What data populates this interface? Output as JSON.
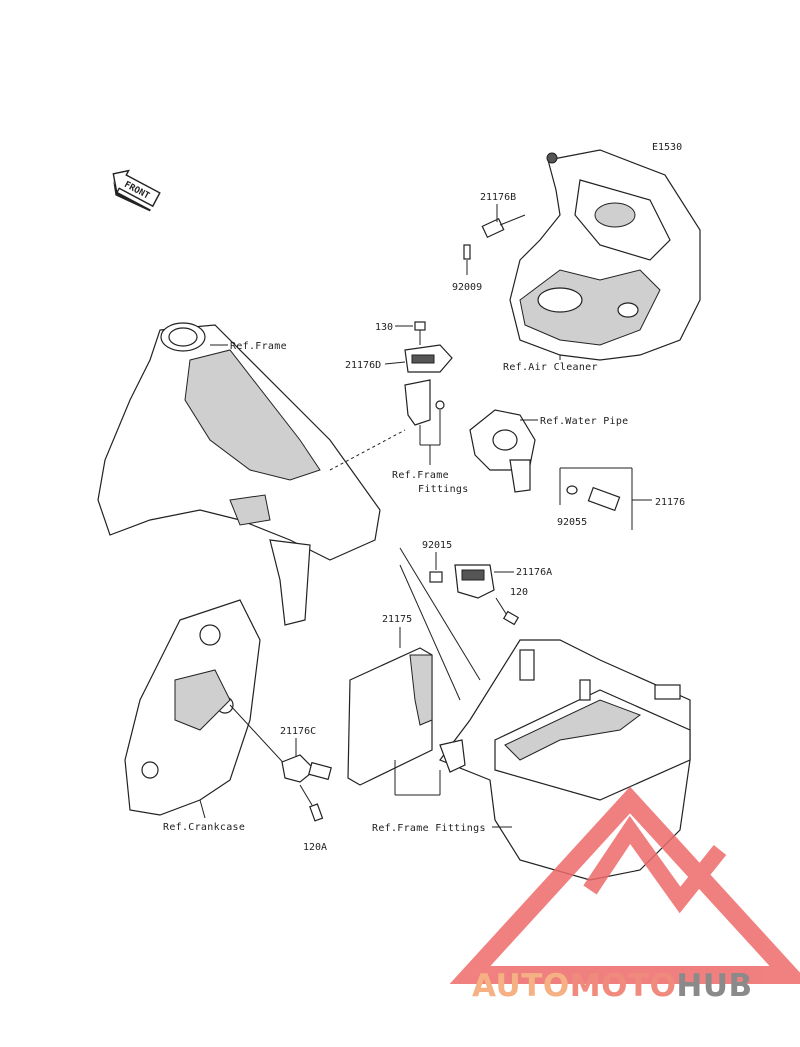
{
  "diagram_code": "E1530",
  "front_label": "FRONT",
  "parts": {
    "p21176B": "21176B",
    "p92009": "92009",
    "p130": "130",
    "p21176D": "21176D",
    "p21176": "21176",
    "p92055": "92055",
    "p92015": "92015",
    "p21176A": "21176A",
    "p120": "120",
    "p21175": "21175",
    "p21176C": "21176C",
    "p120A": "120A"
  },
  "refs": {
    "frame": "Ref.Frame",
    "air_cleaner": "Ref.Air Cleaner",
    "water_pipe": "Ref.Water Pipe",
    "frame_fittings_1": "Ref.Frame",
    "frame_fittings_2": "Fittings",
    "crankcase": "Ref.Crankcase",
    "frame_fittings_bottom": "Ref.Frame Fittings"
  },
  "watermark": {
    "part1": "AUTO",
    "part2": "MOTO",
    "part3": "HUB",
    "color1": "#f5b183",
    "color2": "#f08a7c",
    "color3": "#8a8a8a",
    "logo_color": "#ee6a6a"
  }
}
